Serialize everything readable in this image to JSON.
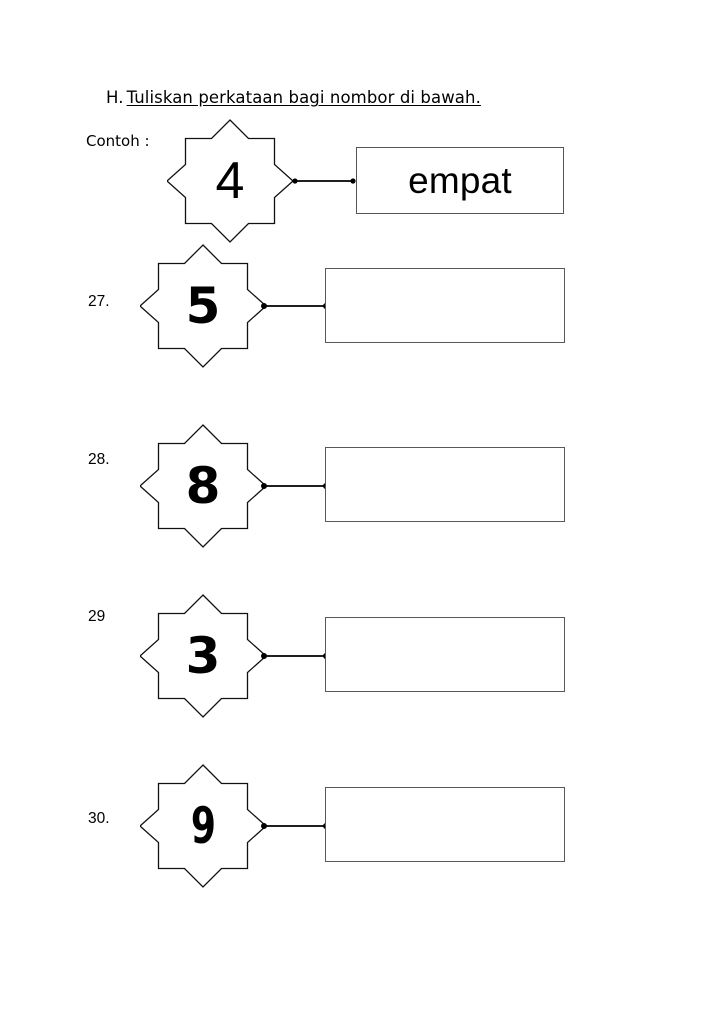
{
  "worksheet": {
    "section_letter": "H.",
    "instruction": "Tuliskan perkataan bagi nombor di bawah.",
    "example_label": "Contoh :",
    "example": {
      "number": "4",
      "answer": "empat"
    },
    "questions": [
      {
        "number_label": "27.",
        "number": "5",
        "answer": ""
      },
      {
        "number_label": "28.",
        "number": "8",
        "answer": ""
      },
      {
        "number_label": "29",
        "number": "3",
        "answer": ""
      },
      {
        "number_label": "30.",
        "number": "9",
        "answer": ""
      }
    ]
  },
  "colors": {
    "page_background": "#ffffff",
    "ink": "#000000",
    "box_border": "#595959"
  }
}
